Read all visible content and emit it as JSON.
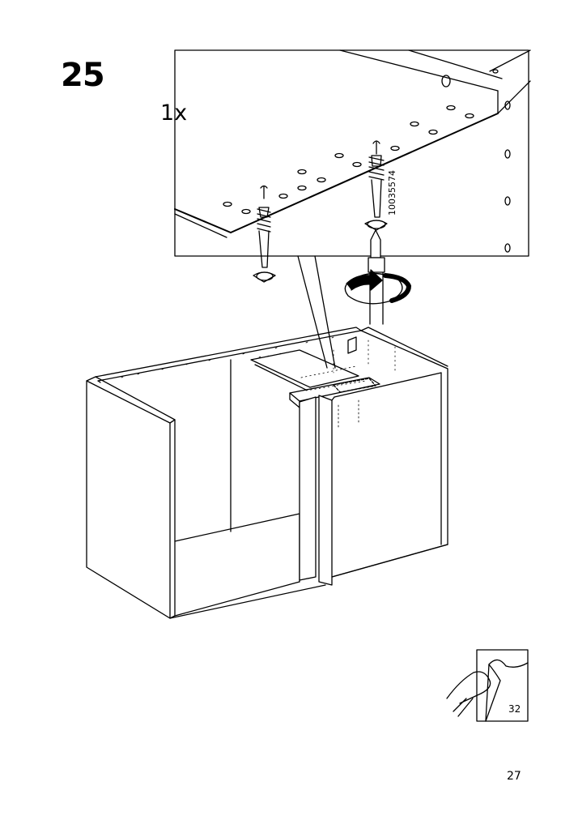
{
  "step": {
    "number": "25"
  },
  "detail": {
    "quantity": "1x",
    "part_number": "10035574"
  },
  "reference": {
    "page": "32"
  },
  "footer": {
    "page_number": "27"
  }
}
